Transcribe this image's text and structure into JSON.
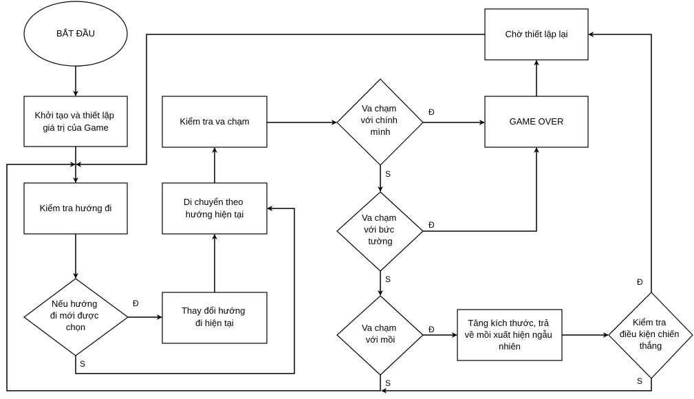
{
  "nodes": {
    "start": {
      "text": [
        "BẮT ĐẦU"
      ]
    },
    "init": {
      "text": [
        "Khởi tạo và thiết lập",
        "giá trị của Game"
      ]
    },
    "check_dir": {
      "text": [
        "Kiểm tra hướng đi"
      ]
    },
    "new_dir": {
      "text": [
        "Nếu hướng",
        "đi mới được",
        "chọn"
      ]
    },
    "change_dir": {
      "text": [
        "Thay đổi hướng",
        "đi hiện tại"
      ]
    },
    "move": {
      "text": [
        "Di chuyển theo",
        "hướng hiện tại"
      ]
    },
    "check_collision": {
      "text": [
        "Kiểm tra va chạm"
      ]
    },
    "self_collision": {
      "text": [
        "Va chạm",
        "với chính",
        "mình"
      ]
    },
    "wall_collision": {
      "text": [
        "Va chạm",
        "với bức",
        "tường"
      ]
    },
    "food_collision": {
      "text": [
        "Va chạm",
        "với mồi"
      ]
    },
    "grow": {
      "text": [
        "Tăng kích thước, trả",
        "về mồi xuất hiện ngẫu",
        "nhiên"
      ]
    },
    "win_check": {
      "text": [
        "Kiểm tra",
        "điều kiện chiến",
        "thắng"
      ]
    },
    "game_over": {
      "text": [
        "GAME OVER"
      ]
    },
    "wait_reset": {
      "text": [
        "Chờ thiết lập lại"
      ]
    }
  },
  "edge_labels": {
    "yes": "Đ",
    "no": "S"
  }
}
